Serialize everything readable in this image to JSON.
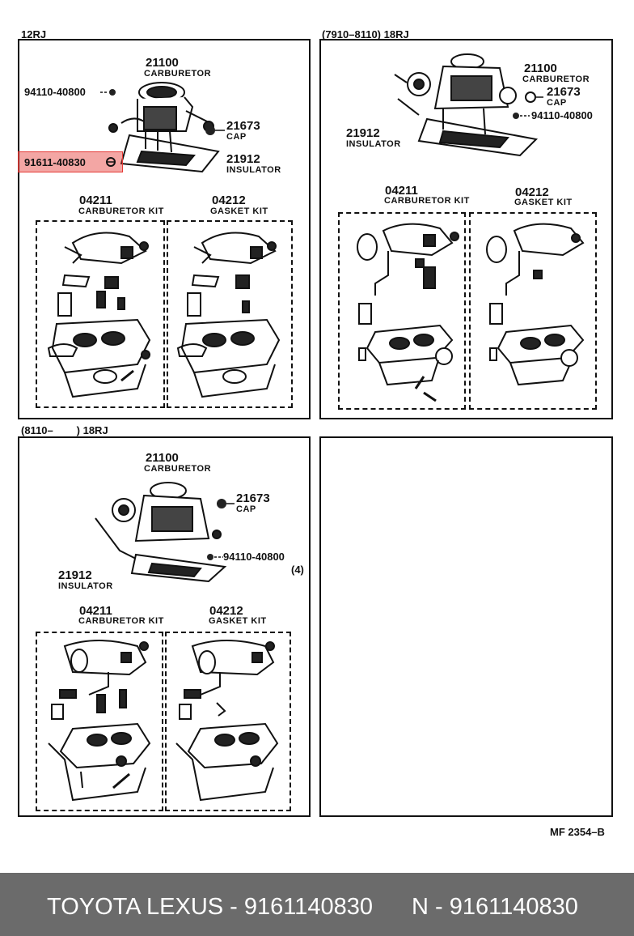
{
  "panels": {
    "p1": {
      "header": "12RJ",
      "carburetor": {
        "number": "21100",
        "label": "CARBURETOR"
      },
      "cap": {
        "number": "21673",
        "label": "CAP"
      },
      "insulator": {
        "number": "21912",
        "label": "INSULATOR"
      },
      "screw": "94110-40800",
      "highlighted_part": "91611-40830",
      "carb_kit": {
        "number": "04211",
        "label": "CARBURETOR KIT"
      },
      "gasket_kit": {
        "number": "04212",
        "label": "GASKET KIT"
      }
    },
    "p2": {
      "header": "(7910–8110) 18RJ",
      "carburetor": {
        "number": "21100",
        "label": "CARBURETOR"
      },
      "cap": {
        "number": "21673",
        "label": "CAP"
      },
      "insulator": {
        "number": "21912",
        "label": "INSULATOR"
      },
      "screw": "94110-40800",
      "carb_kit": {
        "number": "04211",
        "label": "CARBURETOR KIT"
      },
      "gasket_kit": {
        "number": "04212",
        "label": "GASKET KIT"
      }
    },
    "p3": {
      "header": "(8110–        ) 18RJ",
      "carburetor": {
        "number": "21100",
        "label": "CARBURETOR"
      },
      "cap": {
        "number": "21673",
        "label": "CAP"
      },
      "insulator": {
        "number": "21912",
        "label": "INSULATOR"
      },
      "screw": "94110-40800",
      "quantity": "(4)",
      "carb_kit": {
        "number": "04211",
        "label": "CARBURETOR KIT"
      },
      "gasket_kit": {
        "number": "04212",
        "label": "GASKET KIT"
      }
    }
  },
  "diagram_code": "MF 2354–B",
  "footer": {
    "left": "TOYOTA LEXUS - 9161140830",
    "right": "N - 9161140830"
  }
}
